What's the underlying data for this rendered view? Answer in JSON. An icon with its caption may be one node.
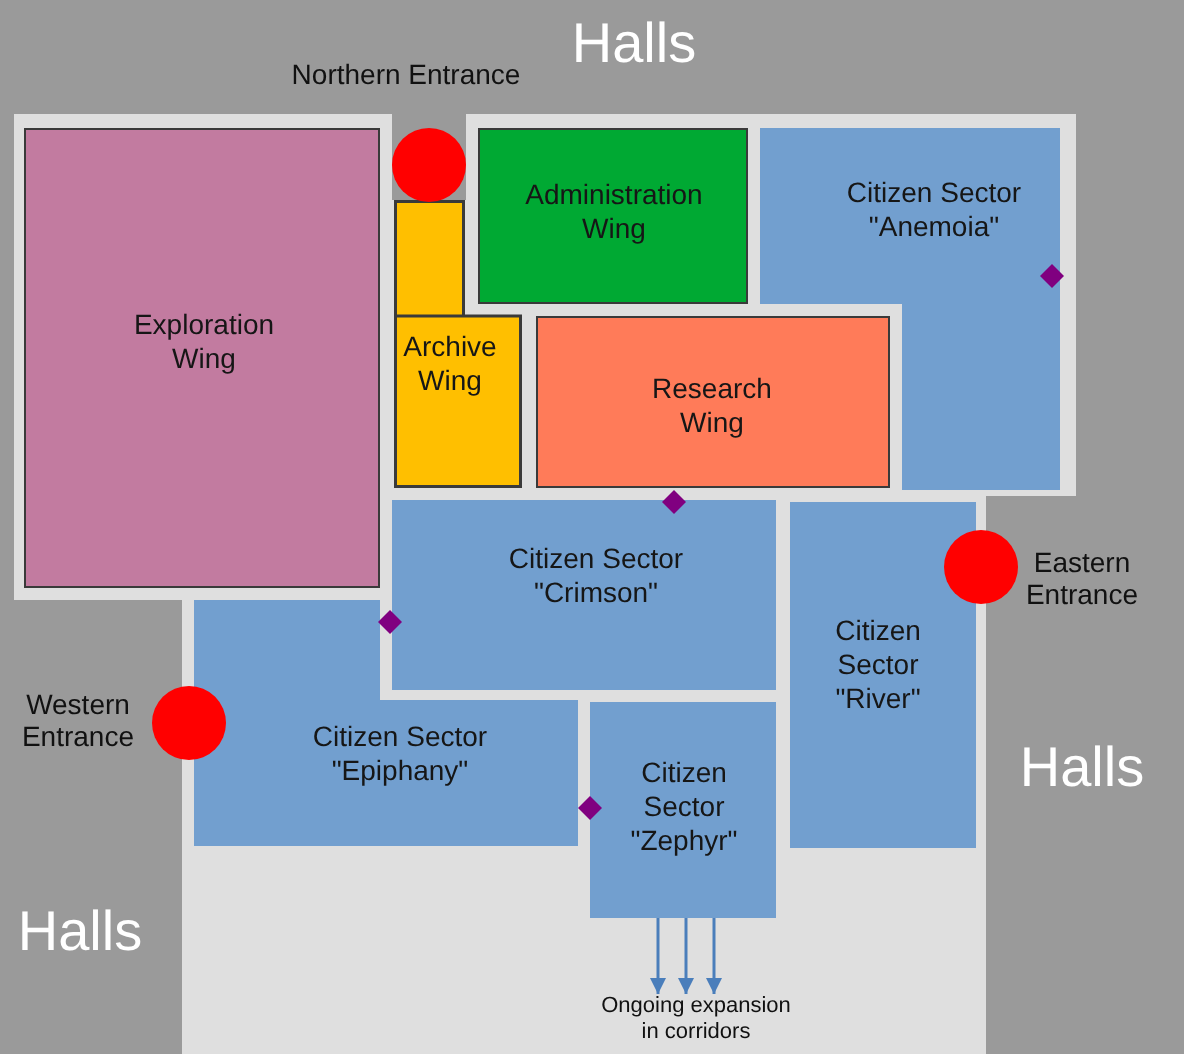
{
  "diagram": {
    "nodes": [
      {
        "text": [],
        "shape": "circle",
        "beside": [
          "Northern Entrance"
        ]
      },
      {
        "text": [
          "Exploration Wing"
        ]
      },
      {
        "text": [
          "Administration Wing"
        ]
      },
      {
        "text": [
          "Citizen Sector \"Anemoia\""
        ]
      },
      {
        "text": [
          "Archive Wing"
        ]
      },
      {
        "text": [
          "Research Wing"
        ]
      },
      {
        "text": [
          "Citizen Sector \"Crimson\""
        ]
      },
      {
        "text": [],
        "shape": "circle",
        "beside": [
          "Eastern Entrance"
        ]
      },
      {
        "text": [
          "Citizen Sector \"River\""
        ]
      },
      {
        "text": [],
        "shape": "circle",
        "beside": [
          "Western Entrance"
        ]
      },
      {
        "text": [
          "Citizen Sector \"Epiphany\""
        ]
      },
      {
        "text": [
          "Citizen Sector \"Zephyr\""
        ]
      },
      {
        "text": [
          "Ongoing expansion in corridors"
        ]
      }
    ],
    "edges": [
      {
        "from": 11,
        "to": 12,
        "arrow": "to"
      },
      {
        "from": 11,
        "to": 12,
        "arrow": "to"
      },
      {
        "from": 11,
        "to": 12,
        "arrow": "to"
      }
    ],
    "labels": [
      "Halls",
      "Halls",
      "Halls"
    ]
  }
}
